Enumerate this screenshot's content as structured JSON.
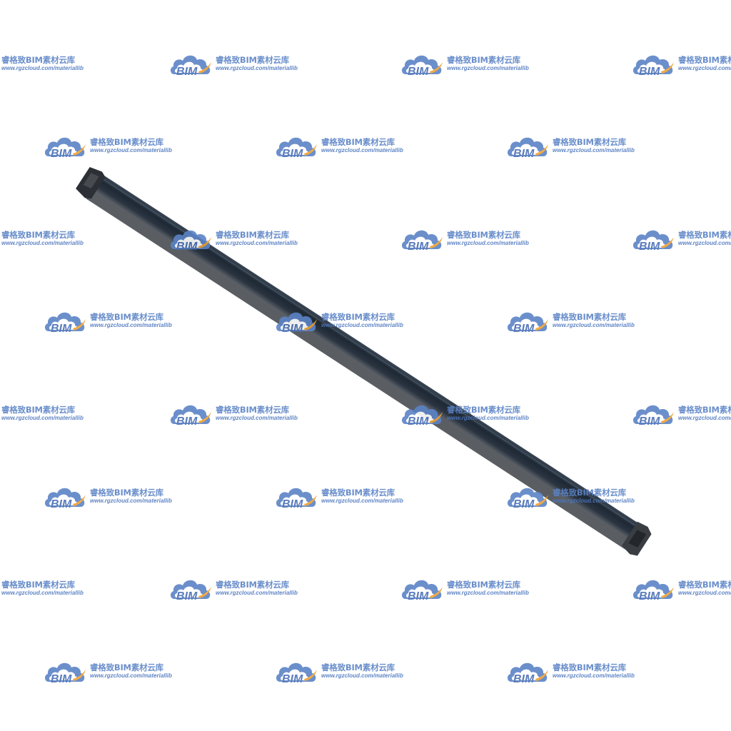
{
  "scene": {
    "object": "steel-rod",
    "background_color": "#ffffff",
    "rod_colors": {
      "dark": "#1f2a36",
      "mid": "#34404e",
      "light": "#6b7178",
      "shadow": "#50545a",
      "end_cap": "#2a2d31"
    }
  },
  "watermark": {
    "logo_text": "BIM",
    "name": "睿格致BIM素材云库",
    "url": "www.rgzcloud.com/materiallib",
    "colors": {
      "cloud": "#5b83c6",
      "accent": "#f0a030",
      "text": "#5b83c6"
    }
  }
}
